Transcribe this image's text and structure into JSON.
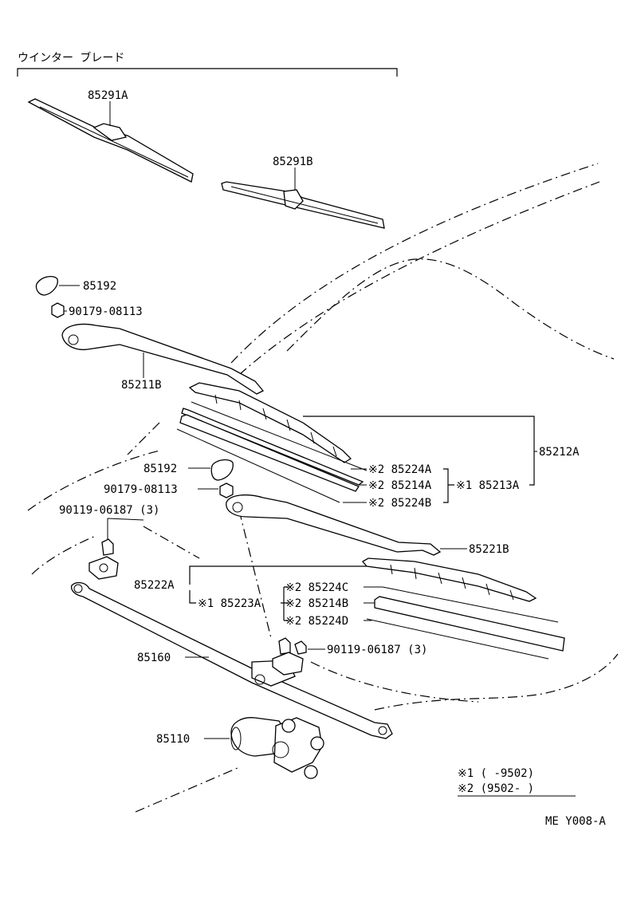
{
  "header": {
    "title": "ウインター ブレード"
  },
  "labels": {
    "p85291A": "85291A",
    "p85291B": "85291B",
    "p85192_top": "85192",
    "p90179_top": "90179-08113",
    "p85211B": "85211B",
    "p85212A": "85212A",
    "p85192_mid": "85192",
    "p90179_mid": "90179-08113",
    "p90119_left": "90119-06187 (3)",
    "p85224A": "※2 85224A",
    "p85214A": "※2 85214A",
    "p85224B": "※2 85224B",
    "p85213A": "※1 85213A",
    "p85221B": "85221B",
    "p85222A": "85222A",
    "p85224C": "※2 85224C",
    "p85223A": "※1 85223A",
    "p85214B": "※2 85214B",
    "p85224D": "※2 85224D",
    "p90119_right": "90119-06187 (3)",
    "p85160": "85160",
    "p85110": "85110"
  },
  "legend": {
    "note1": "※1 (     -9502)",
    "note2": "※2 (9502-     )"
  },
  "footer": {
    "code": "ME Y008-A"
  }
}
